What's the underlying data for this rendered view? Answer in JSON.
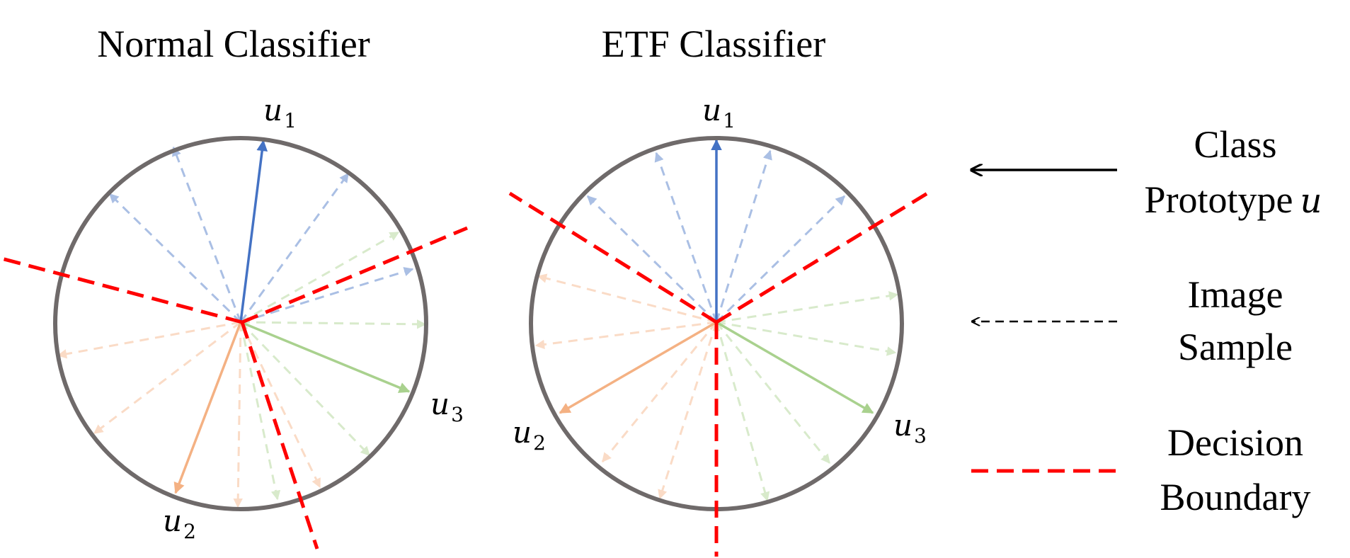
{
  "panels": [
    {
      "title": "Normal Classifier",
      "labels": [
        {
          "main": "u",
          "sub": "1"
        },
        {
          "main": "u",
          "sub": "2"
        },
        {
          "main": "u",
          "sub": "3"
        }
      ]
    },
    {
      "title": "ETF Classifier",
      "labels": [
        {
          "main": "u",
          "sub": "1"
        },
        {
          "main": "u",
          "sub": "2"
        },
        {
          "main": "u",
          "sub": "3"
        }
      ]
    }
  ],
  "legend": {
    "prototype": {
      "line1": "Class",
      "line2": "Prototype",
      "symbol": "u"
    },
    "sample": {
      "line1": "Image",
      "line2": "Sample"
    },
    "boundary": {
      "line1": "Decision",
      "line2": "Boundary"
    }
  },
  "colors": {
    "circle": "#6f6a6a",
    "class1": "#4472c4",
    "class2": "#f4b183",
    "class3": "#a9d18e",
    "boundary": "#ff0000",
    "legend": "#000000"
  }
}
